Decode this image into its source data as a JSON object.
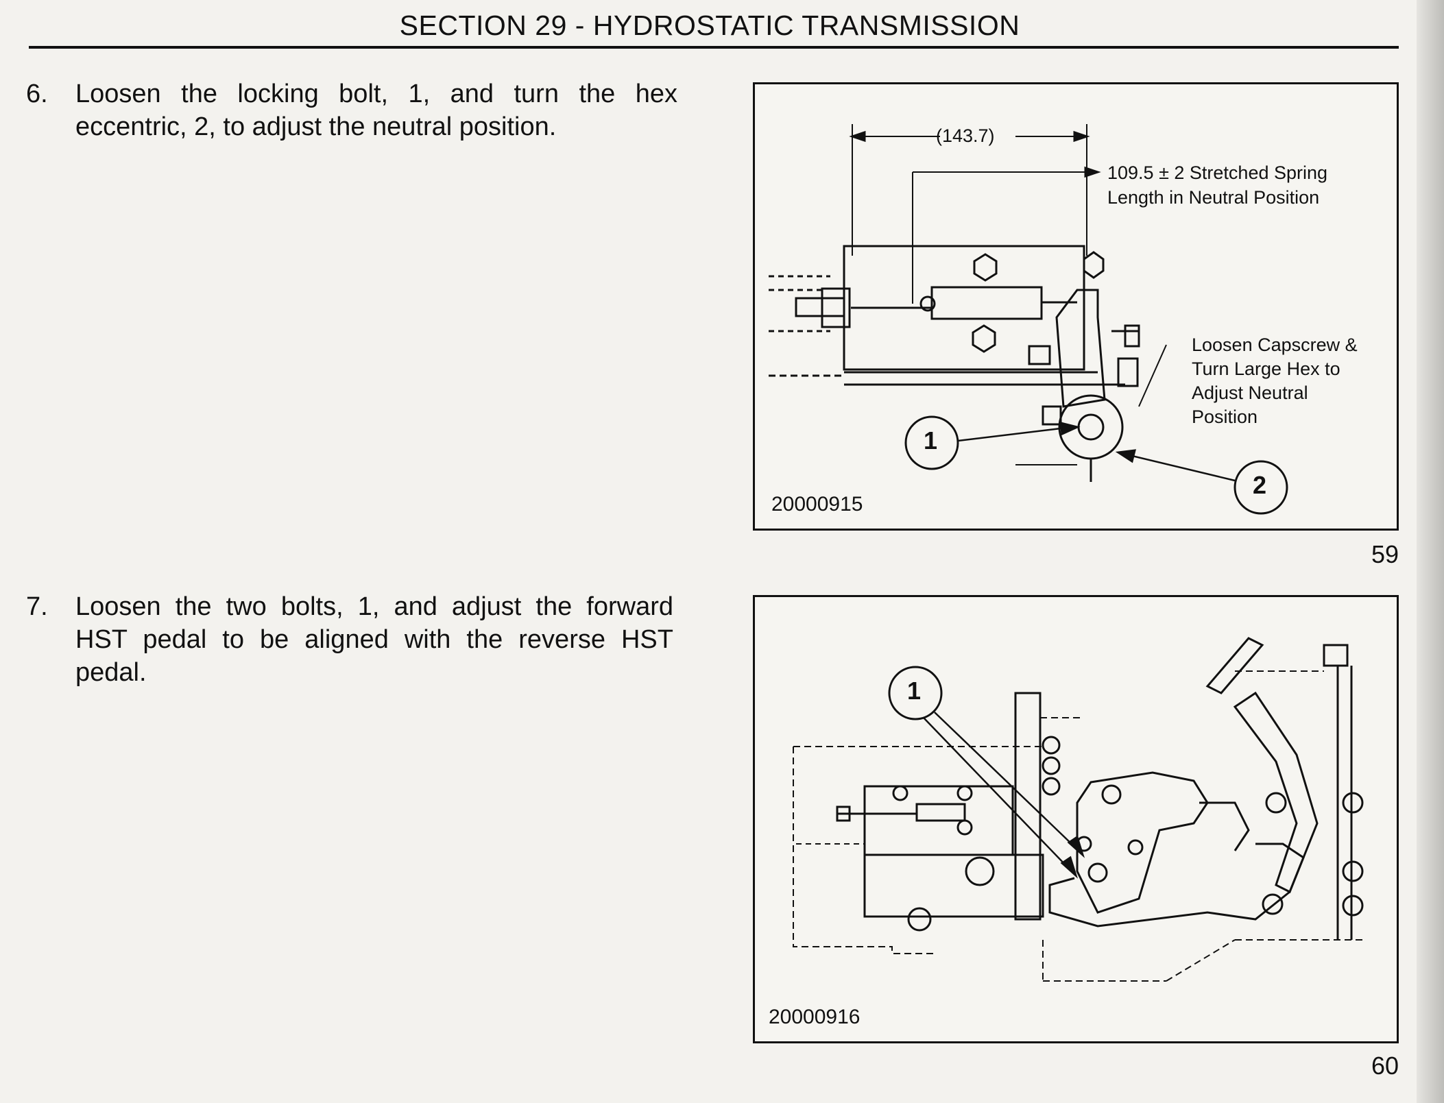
{
  "header": {
    "title": "SECTION 29 - HYDROSTATIC TRANSMISSION"
  },
  "steps": [
    {
      "number": "6.",
      "text": "Loosen the locking bolt, 1, and turn the hex eccentric, 2, to adjust the neutral position."
    },
    {
      "number": "7.",
      "text": "Loosen the two bolts, 1, and adjust the forward HST pedal to be aligned with the reverse HST pedal."
    }
  ],
  "figures": [
    {
      "id": "20000915",
      "number": "59",
      "dimension_label": "(143.7)",
      "spring_label_line1": "109.5 ± 2 Stretched Spring",
      "spring_label_line2": "Length in Neutral Position",
      "adjust_label_line1": "Loosen Capscrew &",
      "adjust_label_line2": "Turn Large Hex to",
      "adjust_label_line3": "Adjust Neutral",
      "adjust_label_line4": "Position",
      "callout_1": "1",
      "callout_2": "2"
    },
    {
      "id": "20000916",
      "number": "60",
      "callout_1": "1"
    }
  ]
}
